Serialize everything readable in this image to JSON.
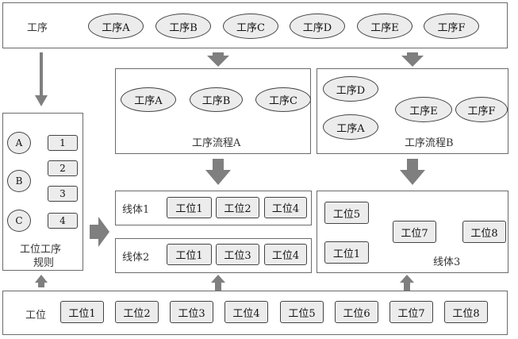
{
  "processes_bar": {
    "label": "工序",
    "items": [
      "工序A",
      "工序B",
      "工序C",
      "工序D",
      "工序E",
      "工序F"
    ]
  },
  "flow_a": {
    "label": "工序流程A",
    "nodes": [
      "工序A",
      "工序B",
      "工序C"
    ]
  },
  "flow_b": {
    "label": "工序流程B",
    "nodes": [
      "工序D",
      "工序A",
      "工序E",
      "工序F"
    ]
  },
  "rules": {
    "label_line1": "工位工序",
    "label_line2": "规则",
    "circles": [
      "A",
      "B",
      "C"
    ],
    "boxes": [
      "1",
      "2",
      "3",
      "4"
    ]
  },
  "line1": {
    "label": "线体1",
    "stations": [
      "工位1",
      "工位2",
      "工位4"
    ]
  },
  "line2": {
    "label": "线体2",
    "stations": [
      "工位1",
      "工位3",
      "工位4"
    ]
  },
  "line3": {
    "label": "线体3",
    "stations": [
      "工位5",
      "工位1",
      "工位7",
      "工位8"
    ]
  },
  "stations_bar": {
    "label": "工位",
    "items": [
      "工位1",
      "工位2",
      "工位3",
      "工位4",
      "工位5",
      "工位6",
      "工位7",
      "工位8"
    ]
  },
  "colors": {
    "node_fill": "#ececec",
    "border": "#444444",
    "arrow": "#7f7f7f"
  }
}
